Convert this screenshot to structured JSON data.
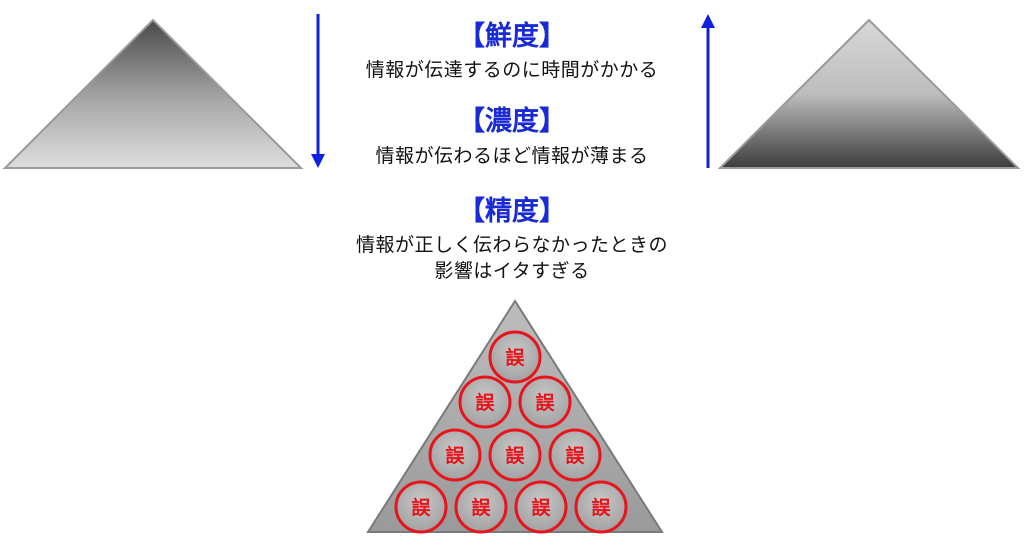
{
  "freshness": {
    "heading": "【鮮度】",
    "description": "情報が伝達するのに時間がかかる"
  },
  "density": {
    "heading": "【濃度】",
    "description": "情報が伝わるほど情報が薄まる"
  },
  "accuracy": {
    "heading": "【精度】",
    "description_line1": "情報が正しく伝わらなかったときの",
    "description_line2": "影響はイタすぎる"
  },
  "error_label": "誤",
  "colors": {
    "heading": "#1a2bd6",
    "arrow": "#1020e0",
    "error": "#e8141c"
  }
}
